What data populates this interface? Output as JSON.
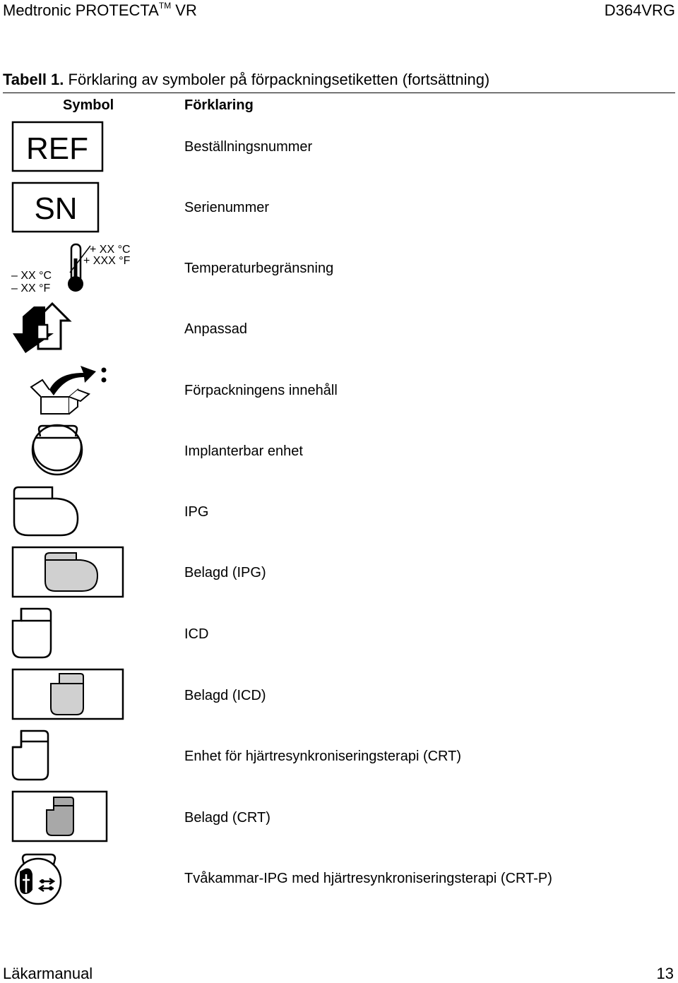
{
  "header": {
    "product": "Medtronic PROTECTA",
    "trademark": "TM",
    "product_suffix": " VR",
    "model": "D364VRG"
  },
  "table": {
    "caption_label": "Tabell 1.",
    "caption_text": "Förklaring av symboler på förpackningsetiketten (fortsättning)",
    "col_symbol": "Symbol",
    "col_explanation": "Förklaring",
    "rows": [
      {
        "symbol": "ref-symbol",
        "symbol_text": "REF",
        "explanation": "Beställningsnummer"
      },
      {
        "symbol": "sn-symbol",
        "symbol_text": "SN",
        "explanation": "Serienummer"
      },
      {
        "symbol": "temperature-limit-symbol",
        "explanation": "Temperaturbegränsning",
        "upper_c": "+ XX °C",
        "upper_f": "+ XXX °F",
        "lower_c": "– XX °C",
        "lower_f": "– XX °F"
      },
      {
        "symbol": "adapter-symbol",
        "explanation": "Anpassad"
      },
      {
        "symbol": "package-contents-symbol",
        "explanation": "Förpackningens innehåll"
      },
      {
        "symbol": "implantable-device-symbol",
        "explanation": "Implanterbar enhet"
      },
      {
        "symbol": "ipg-symbol",
        "explanation": "IPG"
      },
      {
        "symbol": "coated-ipg-symbol",
        "explanation": "Belagd (IPG)"
      },
      {
        "symbol": "icd-symbol",
        "explanation": "ICD"
      },
      {
        "symbol": "coated-icd-symbol",
        "explanation": "Belagd (ICD)"
      },
      {
        "symbol": "crt-symbol",
        "explanation": "Enhet för hjärtresynkroniseringsterapi (CRT)"
      },
      {
        "symbol": "coated-crt-symbol",
        "explanation": "Belagd (CRT)"
      },
      {
        "symbol": "crt-p-symbol",
        "explanation": "Tvåkammar-IPG med hjärtresynkroniseringsterapi (CRT-P)"
      }
    ]
  },
  "colors": {
    "coated_fill": "#d0d0d0",
    "coated_crt_fill": "#a8a8a8"
  },
  "footer": {
    "manual": "Läkarmanual",
    "page": "13"
  }
}
